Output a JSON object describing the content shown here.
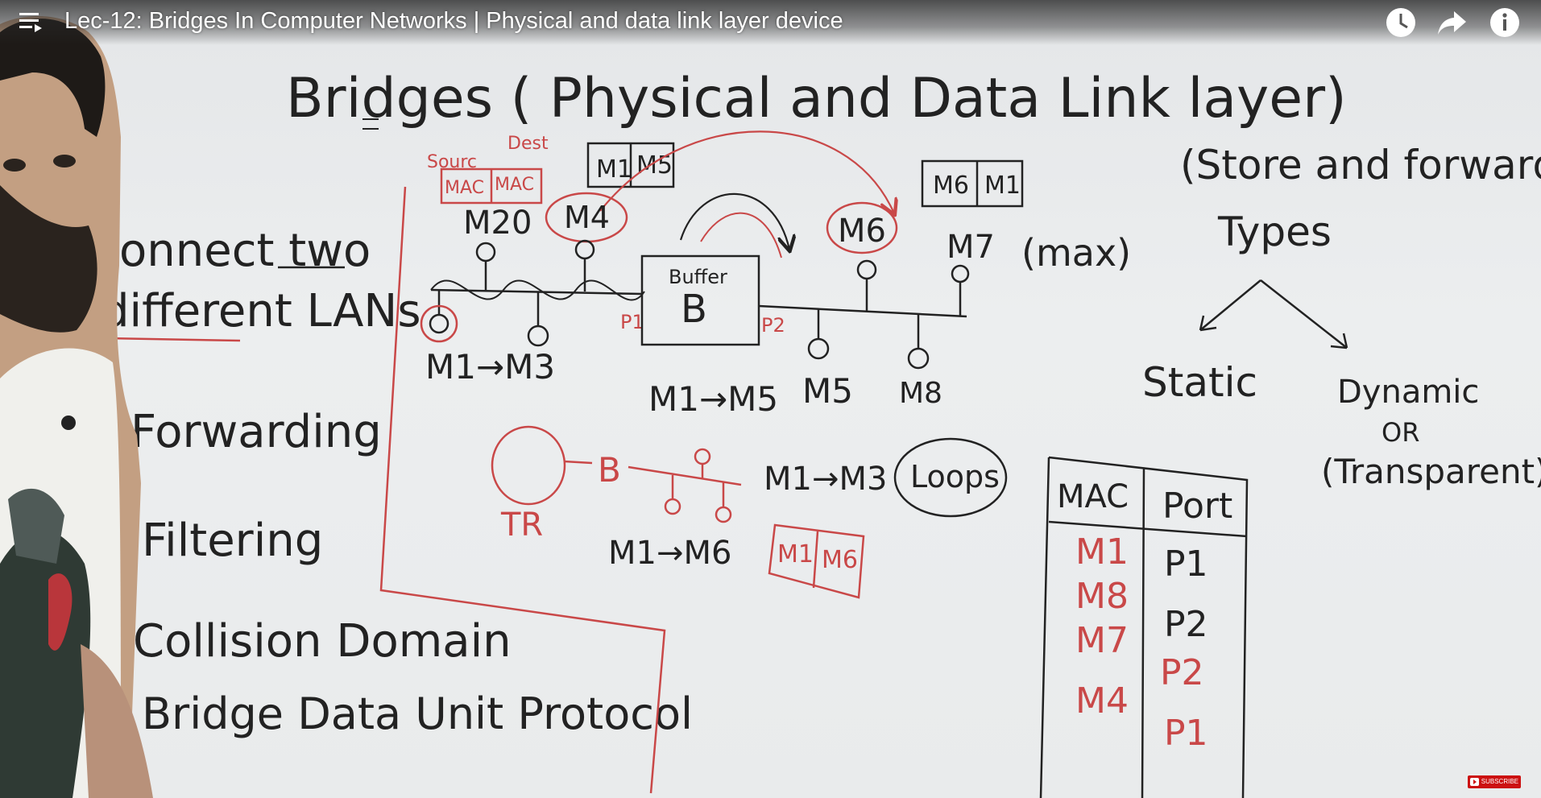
{
  "player": {
    "title": "Lec-12: Bridges In Computer Networks | Physical and data link layer device",
    "icons": {
      "menu": "playlist-menu-icon",
      "watch_later": "clock-icon",
      "share": "share-arrow-icon",
      "info": "info-icon"
    },
    "subscribe_label": "SUBSCRIBE"
  },
  "board": {
    "heading": "Bridges ( Physical and Data Link layer)",
    "store_forward": "(Store and forward)",
    "types": {
      "label": "Types",
      "static": "Static",
      "dynamic": "Dynamic",
      "or": "OR",
      "transparent": "(Transparent)"
    },
    "left_list": [
      "onnect two",
      "different LANs",
      "Forwarding",
      "Filtering",
      "Collision Domain",
      "Bridge Data Unit Protocol"
    ],
    "frame_header": {
      "source": "Sourc",
      "dest": "Dest",
      "mac1": "MAC",
      "mac2": "MAC"
    },
    "packets": {
      "top_left": [
        "M1",
        "M5"
      ],
      "top_right": [
        "M6",
        "M1"
      ],
      "bottom": [
        "M1",
        "M6"
      ]
    },
    "bridge": {
      "label": "B",
      "buffer": "Buffer",
      "port1": "P1",
      "port2": "P2"
    },
    "nodes": {
      "m20": "M20",
      "m4": "M4",
      "m6": "M6",
      "m7": "M7",
      "max": "(max)",
      "m5": "M5",
      "m8": "M8"
    },
    "transfers": {
      "m1_m3": "M1→M3",
      "m1_m5": "M1→M5",
      "m1_m3_b": "M1→M3",
      "m1_m6": "M1→M6"
    },
    "token_ring": {
      "tr": "TR",
      "b": "B"
    },
    "loops": "Loops",
    "table": {
      "headers": [
        "MAC",
        "Port"
      ],
      "rows": [
        [
          "M1",
          "P1"
        ],
        [
          "M8",
          "P2"
        ],
        [
          "M7",
          "P2"
        ],
        [
          "M4",
          "P1"
        ]
      ]
    }
  }
}
